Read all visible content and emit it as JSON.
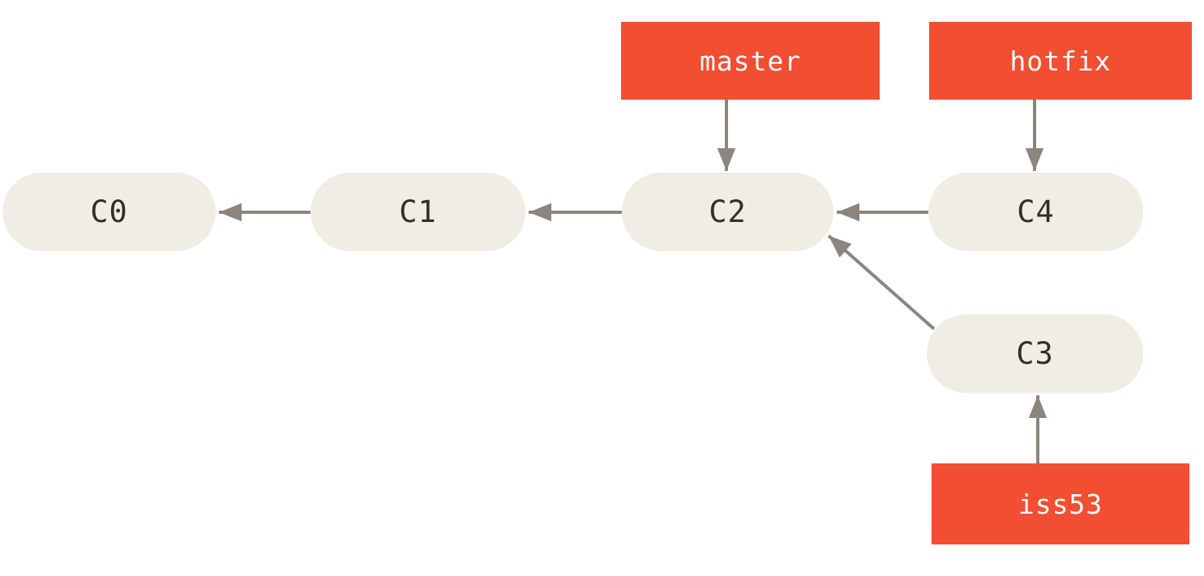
{
  "diagram": {
    "type": "git-commit-graph",
    "commits": {
      "c0": {
        "label": "C0"
      },
      "c1": {
        "label": "C1"
      },
      "c2": {
        "label": "C2"
      },
      "c3": {
        "label": "C3"
      },
      "c4": {
        "label": "C4"
      }
    },
    "branches": {
      "master": {
        "label": "master",
        "points_to": "C2"
      },
      "hotfix": {
        "label": "hotfix",
        "points_to": "C4"
      },
      "iss53": {
        "label": "iss53",
        "points_to": "C3"
      }
    },
    "edges": [
      {
        "from": "C1",
        "to": "C0",
        "kind": "parent"
      },
      {
        "from": "C2",
        "to": "C1",
        "kind": "parent"
      },
      {
        "from": "C4",
        "to": "C2",
        "kind": "parent"
      },
      {
        "from": "C3",
        "to": "C2",
        "kind": "parent"
      },
      {
        "from": "master",
        "to": "C2",
        "kind": "branch-pointer"
      },
      {
        "from": "hotfix",
        "to": "C4",
        "kind": "branch-pointer"
      },
      {
        "from": "iss53",
        "to": "C3",
        "kind": "branch-pointer"
      }
    ],
    "colors": {
      "branch_box": "#F14E32",
      "branch_text": "#FFFFFF",
      "commit_pill": "#EFEDE4",
      "commit_text": "#2F2F2B",
      "arrow": "#8C857D",
      "background": "#FFFFFF"
    }
  }
}
